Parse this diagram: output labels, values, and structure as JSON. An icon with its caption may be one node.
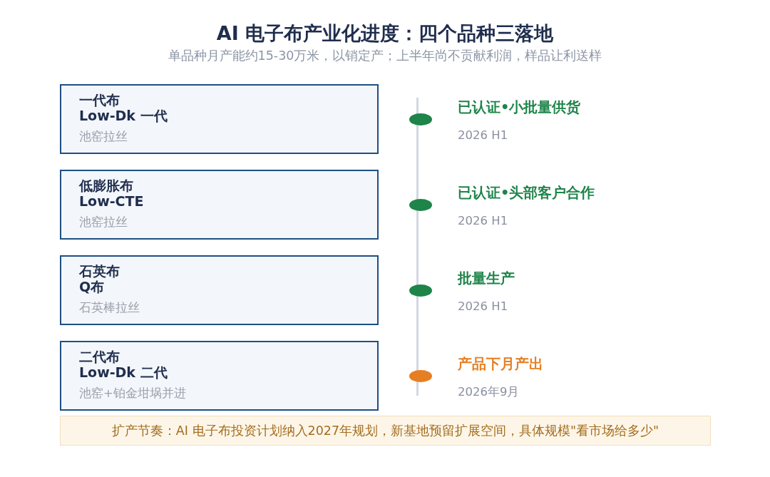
{
  "diagram": {
    "title": "AI 电子布产业化进度：四个品种三落地",
    "nodes": [
      {
        "text": [
          "一代布",
          "Low-Dk 一代",
          "池窑拉丝"
        ]
      },
      {
        "text": [],
        "shape": "circle",
        "beside": [
          "已认证•小批量供货",
          "2026 H1"
        ]
      },
      {
        "text": [
          "低膨胀布",
          "Low-CTE",
          "池窑拉丝"
        ]
      },
      {
        "text": [],
        "shape": "circle",
        "beside": [
          "已认证•头部客户合作",
          "2026 H1"
        ]
      },
      {
        "text": [
          "石英布",
          "Q布",
          "石英棒拉丝"
        ]
      },
      {
        "text": [],
        "shape": "circle",
        "beside": [
          "批量生产",
          "2026 H1"
        ]
      },
      {
        "text": [
          "二代布",
          "Low-Dk 二代",
          "池窑+铂金坩埚并进"
        ]
      },
      {
        "text": [],
        "shape": "circle",
        "beside": [
          "产品下月产出",
          "2026年9月"
        ]
      },
      {
        "text": [
          "扩产节奏：AI 电子布投资计划纳入2027年规划，新基地预留扩展空间，具体规模\"看市场给多少\""
        ]
      }
    ],
    "labels": [
      "单品种月产能约15-30万米，以销定产；上半年尚不贡献利润，样品让利送样"
    ]
  }
}
